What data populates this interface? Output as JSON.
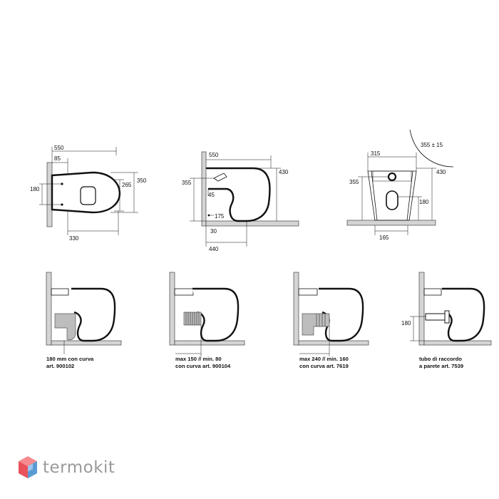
{
  "brand": {
    "name": "termokit",
    "logo_colors": [
      "#e9515b",
      "#f58a8f",
      "#5b9bd5",
      "#9fc5ea"
    ]
  },
  "diagrams": {
    "top_view": {
      "dims": [
        "550",
        "85",
        "180",
        "265",
        "350",
        "330"
      ]
    },
    "side_view": {
      "dims": [
        "550",
        "430",
        "355",
        "45",
        "175",
        "30",
        "440"
      ]
    },
    "front_view": {
      "dims": [
        "315",
        "430",
        "355",
        "180",
        "165"
      ],
      "callout": "355 ± 15"
    }
  },
  "installations": [
    {
      "caption_1": "180 mm con curva",
      "caption_2": "art. 900102",
      "dim": ""
    },
    {
      "caption_1": "max 150 // min. 80",
      "caption_2": "con curva art. 900104",
      "dim": ""
    },
    {
      "caption_1": "max 240 // min. 160",
      "caption_2": "con curva art. 7619",
      "dim": ""
    },
    {
      "caption_1": "tubo di raccordo",
      "caption_2": "a parete art. 7539",
      "dim": "180"
    }
  ]
}
